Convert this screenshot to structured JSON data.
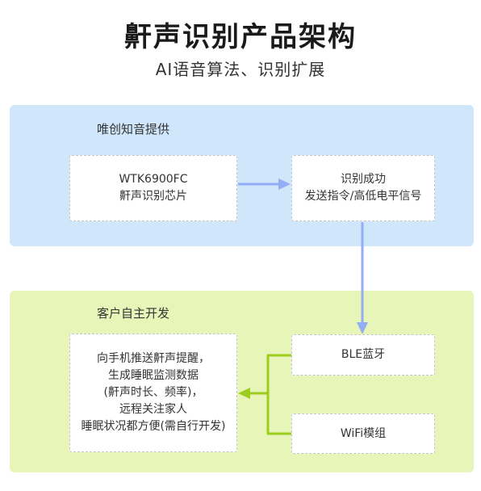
{
  "header": {
    "title": "鼾声识别产品架构",
    "subtitle": "AI语音算法、识别扩展"
  },
  "top_panel": {
    "label": "唯创知音提供",
    "chip_box": {
      "line1": "WTK6900FC",
      "line2": "鼾声识别芯片"
    },
    "result_box": {
      "line1": "识别成功",
      "line2": "发送指令/高低电平信号"
    }
  },
  "bottom_panel": {
    "label": "客户自主开发",
    "app_box": {
      "line1": "向手机推送鼾声提醒，",
      "line2": "生成睡眠监测数据",
      "line3": "(鼾声时长、频率)，",
      "line4": "远程关注家人",
      "line5": "睡眠状况都方便(需自行开发)"
    },
    "ble_box": "BLE蓝牙",
    "wifi_box": "WiFi模组"
  },
  "colors": {
    "top_panel_bg": "#cfe6fb",
    "bottom_panel_bg": "#e7f6b8",
    "blue_arrow": "#93aef5",
    "green_arrow": "#9ccc1c"
  }
}
